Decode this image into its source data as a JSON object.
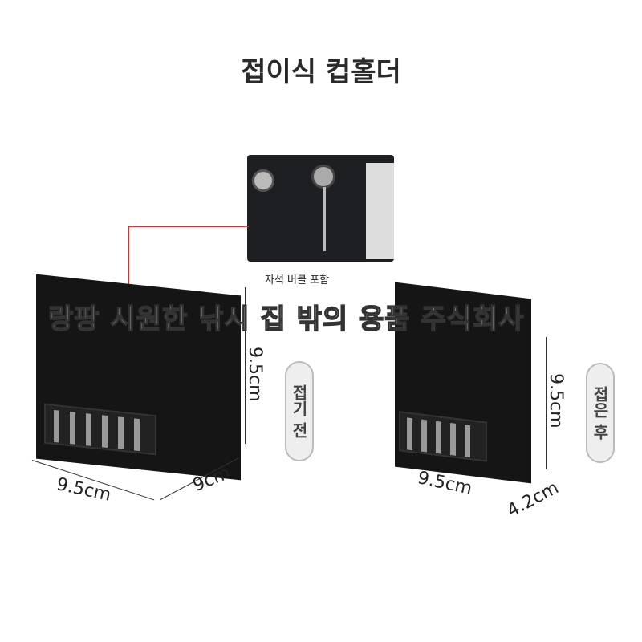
{
  "title": "접이식 컵홀더",
  "inset_caption": "자석 버클 포함",
  "watermark": "랑팡 시원한 낚시 집 밖의 용품 주식회사",
  "left": {
    "height": "9.5cm",
    "width": "9.5cm",
    "depth": "9cm",
    "label": "접기 전"
  },
  "right": {
    "height": "9.5cm",
    "width": "9.5cm",
    "depth": "4.2cm",
    "label": "접은 후"
  }
}
